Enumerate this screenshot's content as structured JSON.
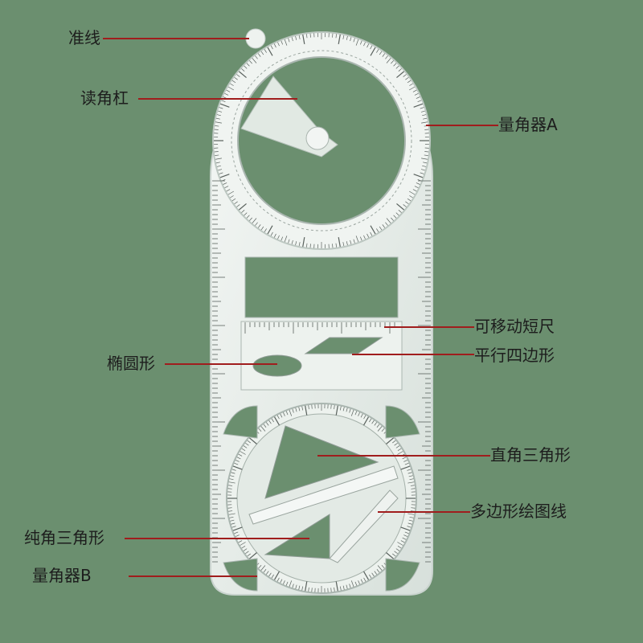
{
  "background_color": "#6b8f6f",
  "leader_color": "#a01d1d",
  "labels": {
    "guide_line": "准线",
    "reading_bar": "读角杠",
    "protractor_a": "量角器A",
    "movable_ruler": "可移动短尺",
    "parallelogram": "平行四边形",
    "ellipse": "椭圆形",
    "right_triangle": "直角三角形",
    "polygon_lines": "多边形绘图线",
    "obtuse_triangle": "纯角三角形",
    "protractor_b": "量角器B"
  }
}
